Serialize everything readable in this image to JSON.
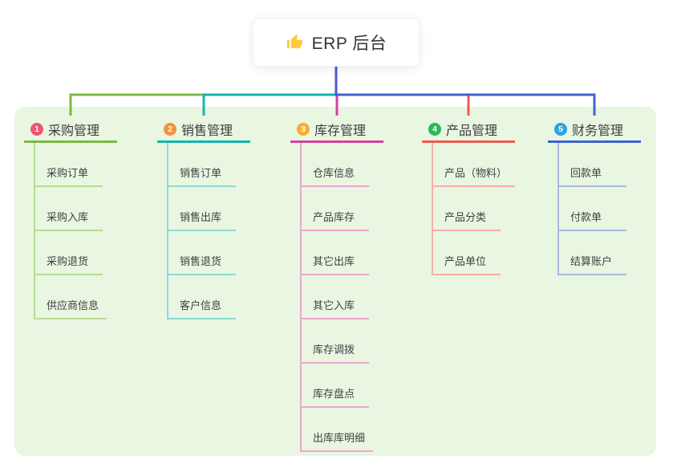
{
  "root": {
    "title": "ERP 后台",
    "icon": "thumbs-up-icon"
  },
  "branches": [
    {
      "badge": "1",
      "label": "采购管理",
      "badge_color": "#F0556E",
      "line_color": "#7CB944",
      "child_line_color": "#B5DC8F",
      "children": [
        "采购订单",
        "采购入库",
        "采购退货",
        "供应商信息"
      ]
    },
    {
      "badge": "2",
      "label": "销售管理",
      "badge_color": "#F8913F",
      "line_color": "#10B7B0",
      "child_line_color": "#8FD9D4",
      "children": [
        "销售订单",
        "销售出库",
        "销售退货",
        "客户信息"
      ]
    },
    {
      "badge": "3",
      "label": "库存管理",
      "badge_color": "#FBAD2B",
      "line_color": "#D4419E",
      "child_line_color": "#ECA6D0",
      "children": [
        "仓库信息",
        "产品库存",
        "其它出库",
        "其它入库",
        "库存调拨",
        "库存盘点",
        "出库库明细"
      ]
    },
    {
      "badge": "4",
      "label": "产品管理",
      "badge_color": "#2EB857",
      "line_color": "#EF5A52",
      "child_line_color": "#F7ADA6",
      "children": [
        "产品（物料）",
        "产品分类",
        "产品单位"
      ]
    },
    {
      "badge": "5",
      "label": "财务管理",
      "badge_color": "#29A4E4",
      "line_color": "#3F63CE",
      "child_line_color": "#A9B8E3",
      "children": [
        "回款单",
        "付款单",
        "结算账户"
      ]
    }
  ],
  "colors": {
    "panel_bg": "#E9F6E2",
    "root_line": "#4A58D6",
    "header_text": "#3D3D3D",
    "child_text": "#414141",
    "card_bg": "#FFFFFF",
    "thumb_icon": "#FFC83D"
  }
}
